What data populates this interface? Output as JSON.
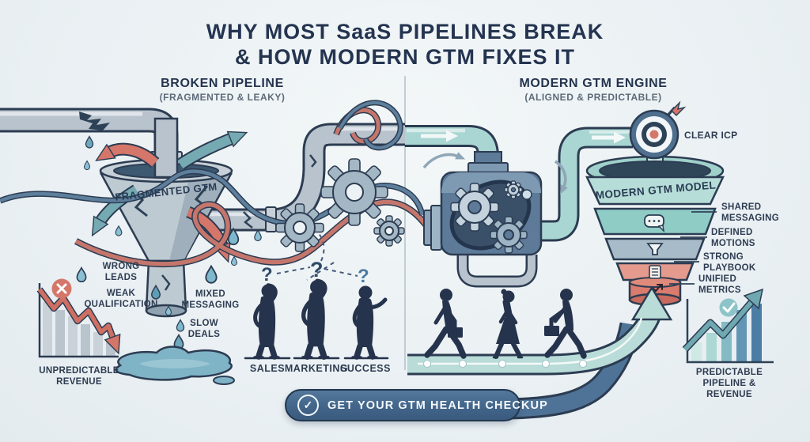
{
  "title": {
    "line1": "WHY MOST SaaS PIPELINES BREAK",
    "line2": "& HOW MODERN GTM FIXES IT"
  },
  "left": {
    "heading": "BROKEN PIPELINE",
    "subheading": "(FRAGMENTED & LEAKY)",
    "funnel_label": "FRAGMENTED GTM",
    "question_mark": "?",
    "labels": {
      "wrong_leads": "WRONG\nLEADS",
      "weak_qualification": "WEAK\nQUALIFICATION",
      "mixed_messaging": "MIXED\nMESSAGING",
      "slow_deals": "SLOW\nDEALS",
      "chart_caption": "UNPREDICTABLE\nREVENUE"
    },
    "roles": [
      "SALES",
      "MARKETING",
      "SUCCESS"
    ]
  },
  "right": {
    "heading": "MODERN GTM ENGINE",
    "subheading": "(ALIGNED & PREDICTABLE)",
    "funnel_label": "MODERN GTM MODEL",
    "stages": {
      "clear_icp": "CLEAR ICP",
      "shared_messaging": "SHARED\nMESSAGING",
      "defined_motions": "DEFINED\nMOTIONS",
      "strong_playbook": "STRONG\nPLAYBOOK",
      "unified_metrics": "UNIFIED\nMETRICS"
    },
    "chart_caption": "PREDICTABLE\nPIPELINE & REVENUE"
  },
  "cta": {
    "label": "GET YOUR GTM HEALTH CHECKUP",
    "check": "✓"
  },
  "colors": {
    "navy": "#24334e",
    "red": "#d5766a",
    "teal": "#76aab2",
    "pipe_gray": "#b8c3cd",
    "pipe_teal": "#a9d6d2",
    "engine_blue": "#5d7a98",
    "band_dark": "#4f7397",
    "band_light": "#b9dcd8"
  }
}
